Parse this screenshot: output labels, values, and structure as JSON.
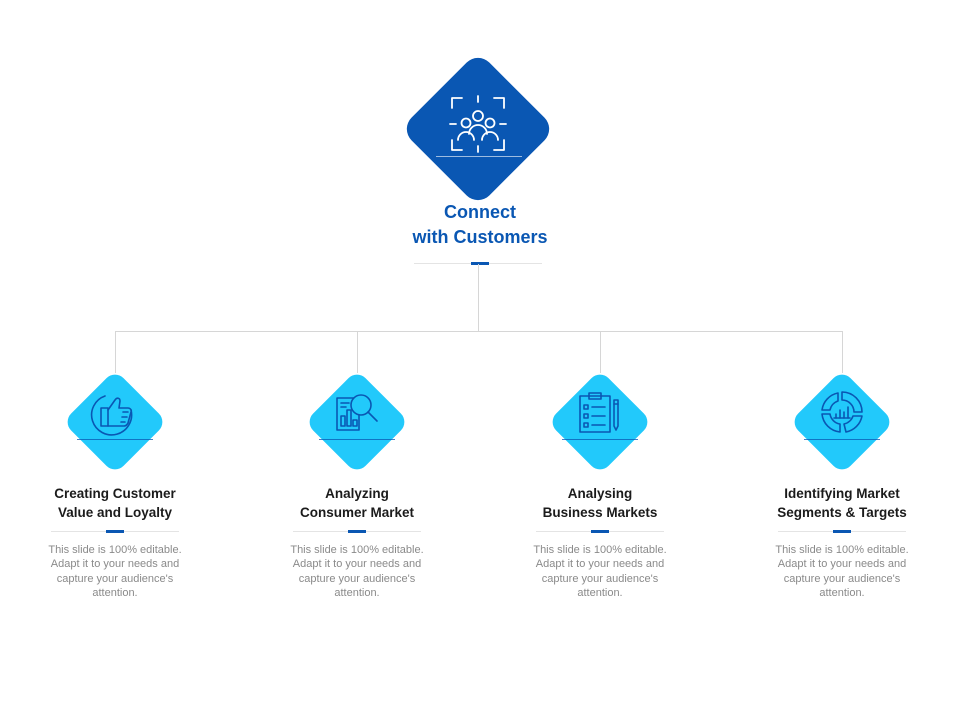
{
  "colors": {
    "dark_blue": "#0a57b3",
    "light_blue": "#22c9fb",
    "connector_gray": "#d6d6d6",
    "desc_gray": "#8a8a8a"
  },
  "root": {
    "title_line1": "Connect",
    "title_line2": "with Customers",
    "icon": "target-group-icon"
  },
  "children": [
    {
      "title_line1": "Creating Customer",
      "title_line2": "Value and Loyalty",
      "description": "This slide is 100% editable. Adapt it to your needs and capture your audience's attention.",
      "icon": "thumbs-up-icon"
    },
    {
      "title_line1": "Analyzing",
      "title_line2": "Consumer Market",
      "description": "This slide is 100% editable. Adapt it to your needs and capture your audience's attention.",
      "icon": "magnifier-chart-icon"
    },
    {
      "title_line1": "Analysing",
      "title_line2": "Business Markets",
      "description": "This slide is 100% editable. Adapt it to your needs and capture your audience's attention.",
      "icon": "clipboard-checklist-icon"
    },
    {
      "title_line1": "Identifying Market",
      "title_line2": "Segments & Targets",
      "description": "This slide is 100% editable. Adapt it to your needs and capture your audience's attention.",
      "icon": "segment-pie-icon"
    }
  ]
}
